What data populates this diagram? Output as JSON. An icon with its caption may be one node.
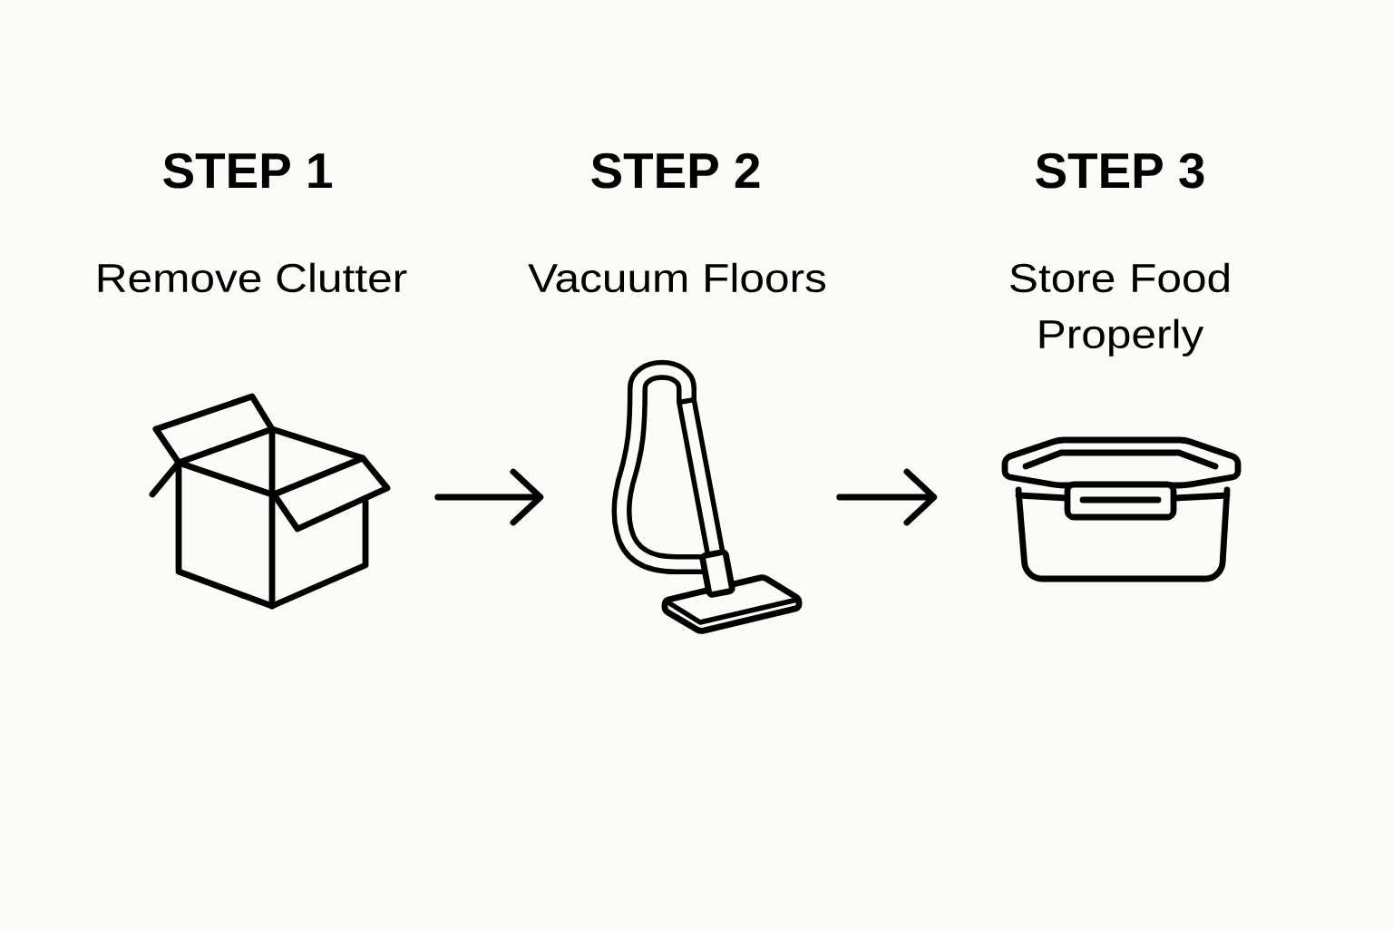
{
  "diagram": {
    "nodes": [
      {
        "text": [],
        "shape": "picture",
        "beside": [
          "STEP 1",
          "Remove Clutter"
        ]
      },
      {
        "text": [],
        "shape": "picture",
        "beside": [
          "STEP 2",
          "Vacuum Floors"
        ]
      },
      {
        "text": [],
        "shape": "picture",
        "beside": [
          "STEP 3",
          "Store Food Properly"
        ]
      }
    ],
    "edges": [
      {
        "from": 0,
        "to": 1,
        "arrow": "to"
      },
      {
        "from": 1,
        "to": 2,
        "arrow": "to"
      }
    ]
  }
}
